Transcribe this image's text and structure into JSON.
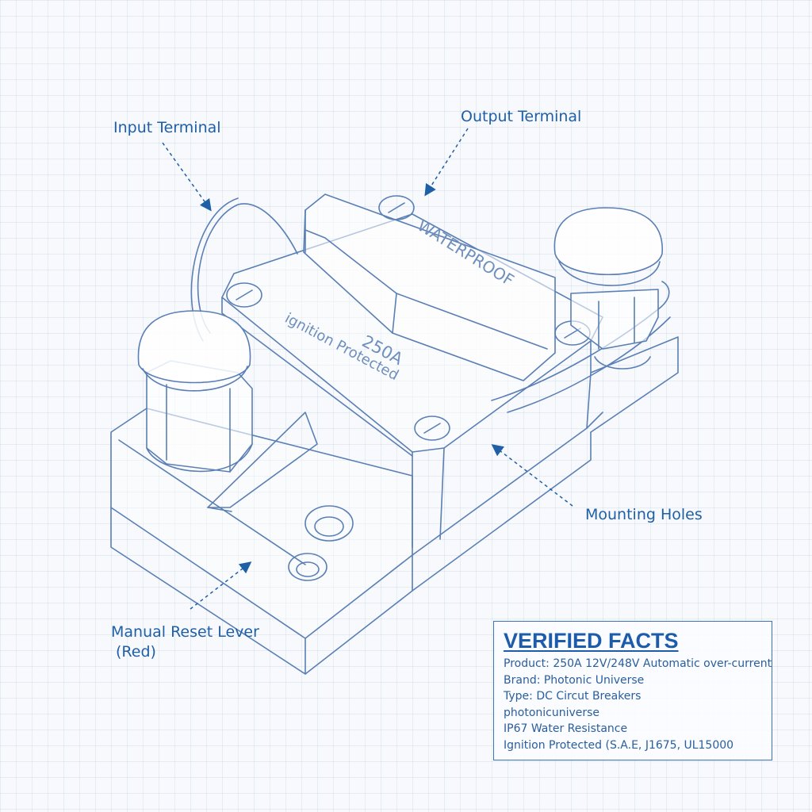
{
  "callouts": {
    "input_terminal": "Input Terminal",
    "output_terminal": "Output Terminal",
    "mounting_holes": "Mounting Holes",
    "manual_reset_line1": "Manual Reset Lever",
    "manual_reset_line2": "(Red)"
  },
  "device_markings": {
    "rating": "250A",
    "ignition": "ignition Protected",
    "cover": "WATERPROOF"
  },
  "facts_box": {
    "title": "VERIFIED FACTS",
    "lines": [
      "Product: 250A 12V/248V Automatic over-current",
      "Brand: Photonic Universe",
      "Type: DC Circut Breakers",
      "photonicuniverse",
      "IP67 Water Resistance",
      "Ignition Protected (S.A.E, J1675, UL15000"
    ]
  },
  "colors": {
    "ink": "#1f5fa6",
    "sketch": "#5a7fb5",
    "grid": "#dfe7f1",
    "background": "#f7f9fc"
  }
}
